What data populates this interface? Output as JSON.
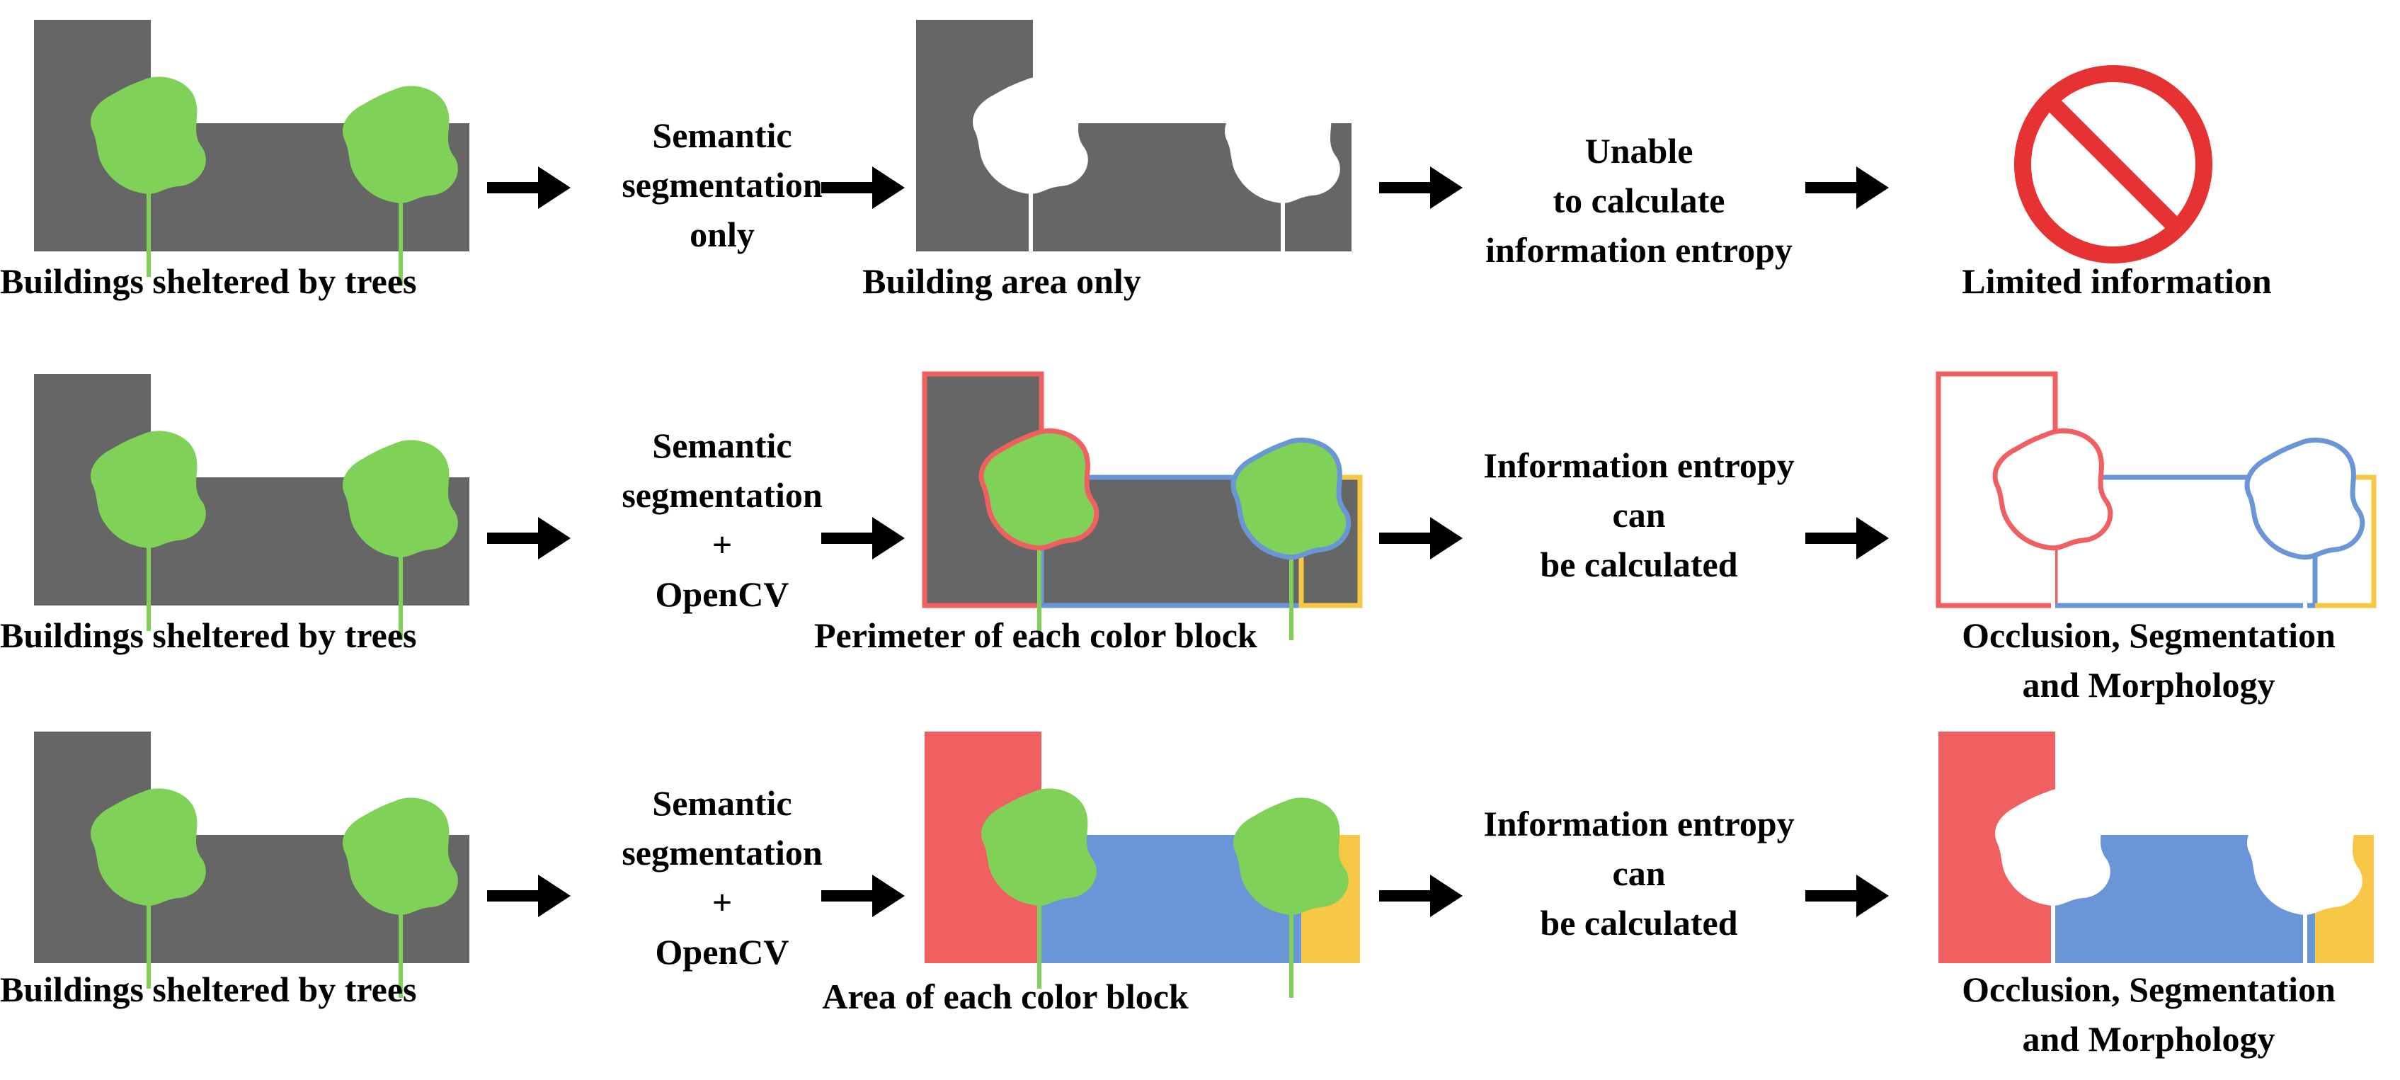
{
  "colors": {
    "building": "#666666",
    "tree": "#80d158",
    "red": "#f06060",
    "blue": "#6a96d8",
    "yellow": "#f6c846",
    "prohibit": "#e63232",
    "arrow": "#000000"
  },
  "icons": [
    "arrow-right-icon",
    "prohibited-icon",
    "tree-icon"
  ],
  "rows": [
    {
      "input_label": "Buildings sheltered by trees",
      "method": [
        "Semantic",
        "segmentation",
        "only"
      ],
      "result_label": "Building area only",
      "outcome": [
        "Unable",
        "to calculate",
        "information entropy"
      ],
      "final_label": [
        "Limited information"
      ]
    },
    {
      "input_label": "Buildings sheltered by trees",
      "method": [
        "Semantic",
        "segmentation",
        "+",
        "OpenCV"
      ],
      "result_label": "Perimeter of each color block",
      "outcome": [
        "Information entropy",
        "can",
        "be calculated"
      ],
      "final_label": [
        "Occlusion, Segmentation",
        "and Morphology"
      ]
    },
    {
      "input_label": "Buildings sheltered by trees",
      "method": [
        "Semantic",
        "segmentation",
        "+",
        "OpenCV"
      ],
      "result_label": "Area of each color block",
      "outcome": [
        "Information entropy",
        "can",
        "be calculated"
      ],
      "final_label": [
        "Occlusion, Segmentation",
        "and Morphology"
      ]
    }
  ]
}
